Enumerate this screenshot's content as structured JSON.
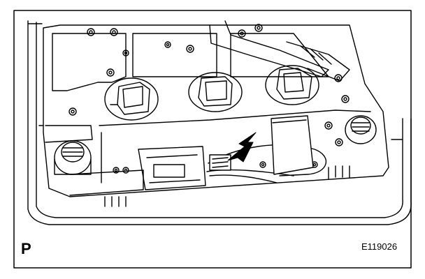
{
  "figure": {
    "section_letter": "P",
    "figure_code": "E119026",
    "colors": {
      "line": "#000000",
      "background": "#ffffff",
      "arrow": "#000000"
    },
    "icons": [
      "connector-callout-arrow"
    ]
  }
}
